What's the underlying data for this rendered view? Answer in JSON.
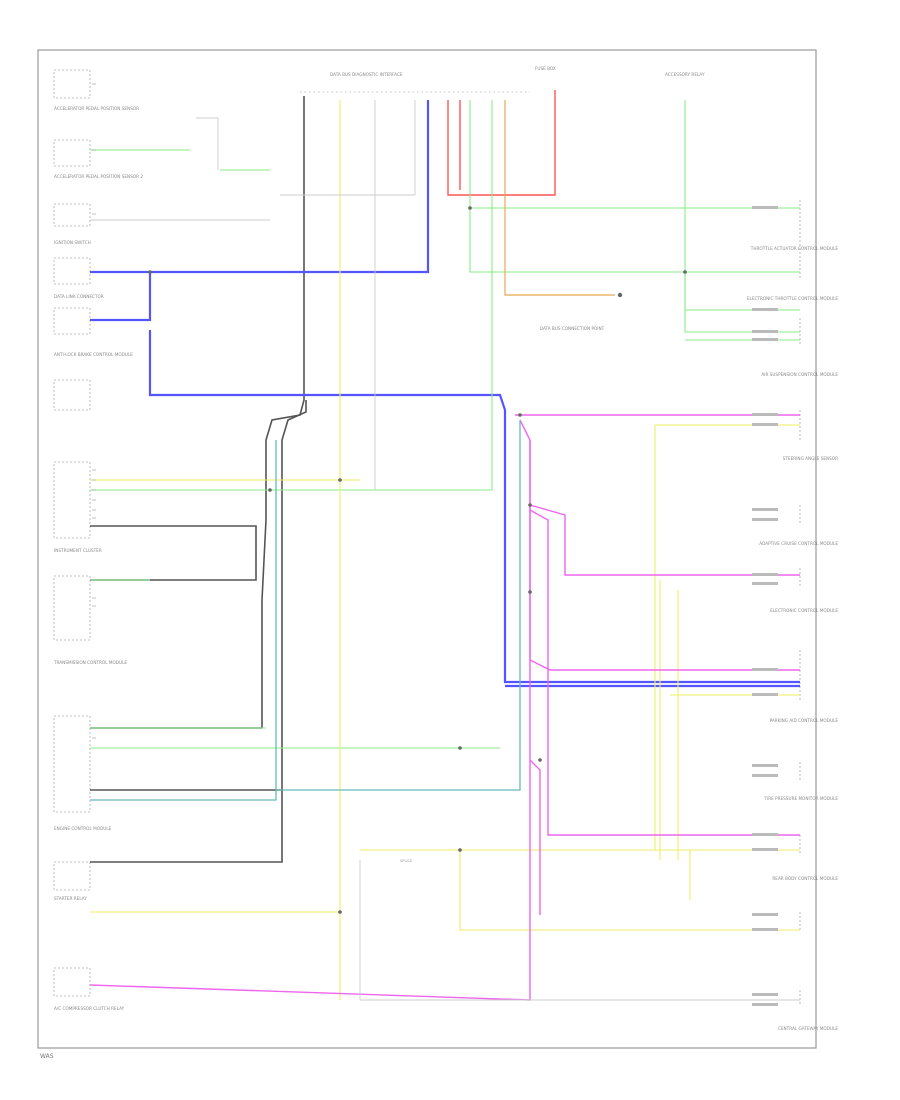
{
  "diagram": {
    "footer_code": "WAS",
    "colors": {
      "frame": "#9a9a9a",
      "black": "#555555",
      "blue": "#5555ff",
      "red": "#ff5555",
      "green": "#88ee88",
      "yellow": "#eeee66",
      "magenta": "#ee66ee",
      "orange": "#e8a855",
      "tan": "#ddcc99",
      "teal": "#66bbbb",
      "gray": "#bbbbbb"
    },
    "components_left": [
      {
        "id": "c1",
        "label": "ACCELERATOR PEDAL POSITION SENSOR"
      },
      {
        "id": "c2",
        "label": "ACCELERATOR PEDAL POSITION SENSOR 2"
      },
      {
        "id": "c3",
        "label": "IGNITION SWITCH"
      },
      {
        "id": "c4",
        "label": "DATA LINK CONNECTOR"
      },
      {
        "id": "c5",
        "label": "ANTI-LOCK BRAKE CONTROL MODULE"
      },
      {
        "id": "c6",
        "label": "INSTRUMENT CLUSTER"
      },
      {
        "id": "c7",
        "label": "TRANSMISSION CONTROL MODULE"
      },
      {
        "id": "c8",
        "label": "ENGINE CONTROL MODULE"
      },
      {
        "id": "c9",
        "label": "STARTER RELAY"
      },
      {
        "id": "c10",
        "label": "A/C COMPRESSOR CLUTCH RELAY"
      }
    ],
    "components_right": [
      {
        "id": "r1",
        "label": "THROTTLE ACTUATOR CONTROL MODULE"
      },
      {
        "id": "r2",
        "label": "ELECTRONIC THROTTLE CONTROL MODULE"
      },
      {
        "id": "r3",
        "label": "AIR SUSPENSION CONTROL MODULE"
      },
      {
        "id": "r4",
        "label": "STEERING ANGLE SENSOR"
      },
      {
        "id": "r5",
        "label": "ADAPTIVE CRUISE CONTROL MODULE"
      },
      {
        "id": "r6",
        "label": "ELECTRONIC CONTROL MODULE"
      },
      {
        "id": "r7",
        "label": "PARKING AID CONTROL MODULE"
      },
      {
        "id": "r8",
        "label": "TIRE PRESSURE MONITOR MODULE"
      },
      {
        "id": "r9",
        "label": "REAR BODY CONTROL MODULE"
      },
      {
        "id": "r10",
        "label": "CENTRAL GATEWAY MODULE"
      }
    ],
    "components_top": [
      {
        "id": "t1",
        "label": "DATA BUS DIAGNOSTIC INTERFACE"
      },
      {
        "id": "t2",
        "label": "FUSE BOX"
      },
      {
        "id": "t3",
        "label": "ACCESSORY RELAY"
      }
    ],
    "center_note": "DATA BUS CONNECTION POINT",
    "splice_note": "SPLICE"
  }
}
